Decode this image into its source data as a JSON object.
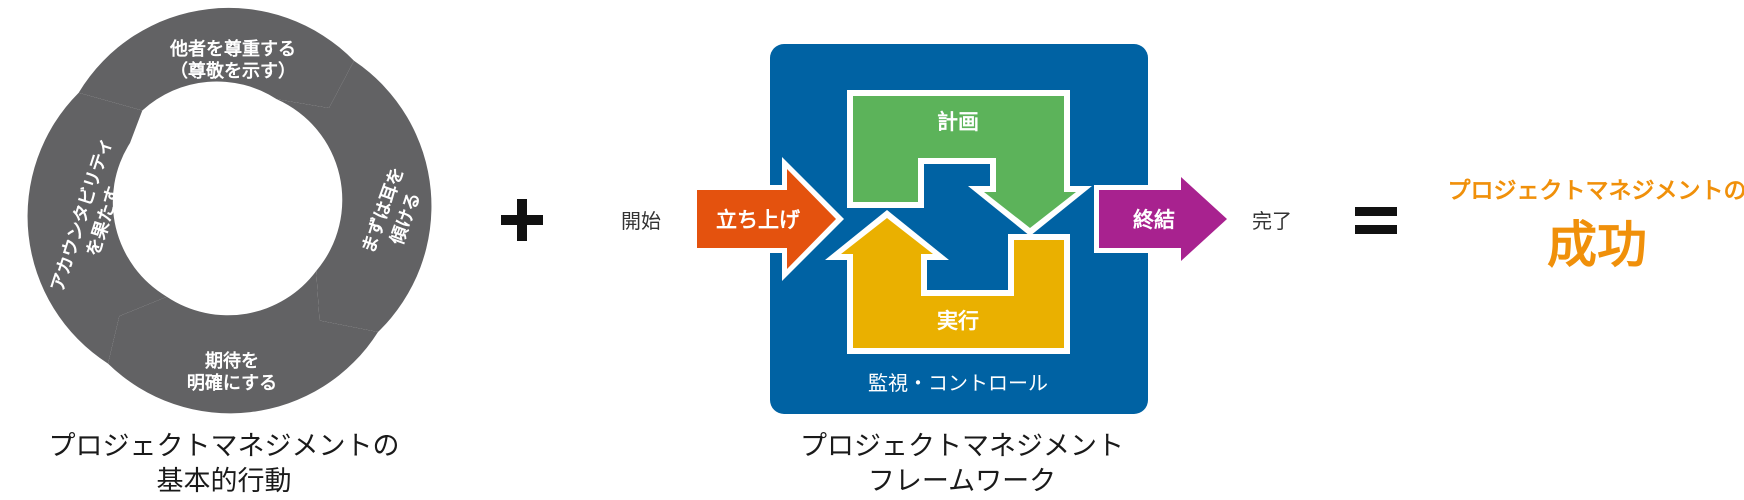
{
  "cycle": {
    "segments": [
      [
        "他者を尊重する",
        "（尊敬を示す）"
      ],
      [
        "まずは耳を",
        "傾ける"
      ],
      [
        "期待を",
        "明確にする"
      ],
      [
        "アカウンタビリティ",
        "を果たす"
      ]
    ],
    "caption": [
      "プロジェクトマネジメントの",
      "基本的行動"
    ]
  },
  "operators": {
    "plus": "+",
    "equals": "="
  },
  "framework": {
    "start_label": "開始",
    "end_label": "完了",
    "initiate": "立ち上げ",
    "plan": "計画",
    "execute": "実行",
    "close": "終結",
    "monitor": "監視・コントロール",
    "caption": [
      "プロジェクトマネジメント",
      "フレームワーク"
    ]
  },
  "result": {
    "subtitle": "プロジェクトマネジメントの",
    "title": "成功"
  },
  "colors": {
    "ring": "#626264",
    "box": "#0062a3",
    "initiate": "#e4520e",
    "plan": "#5cb35a",
    "execute": "#eab000",
    "close": "#a8228f",
    "accent": "#f0900a"
  }
}
